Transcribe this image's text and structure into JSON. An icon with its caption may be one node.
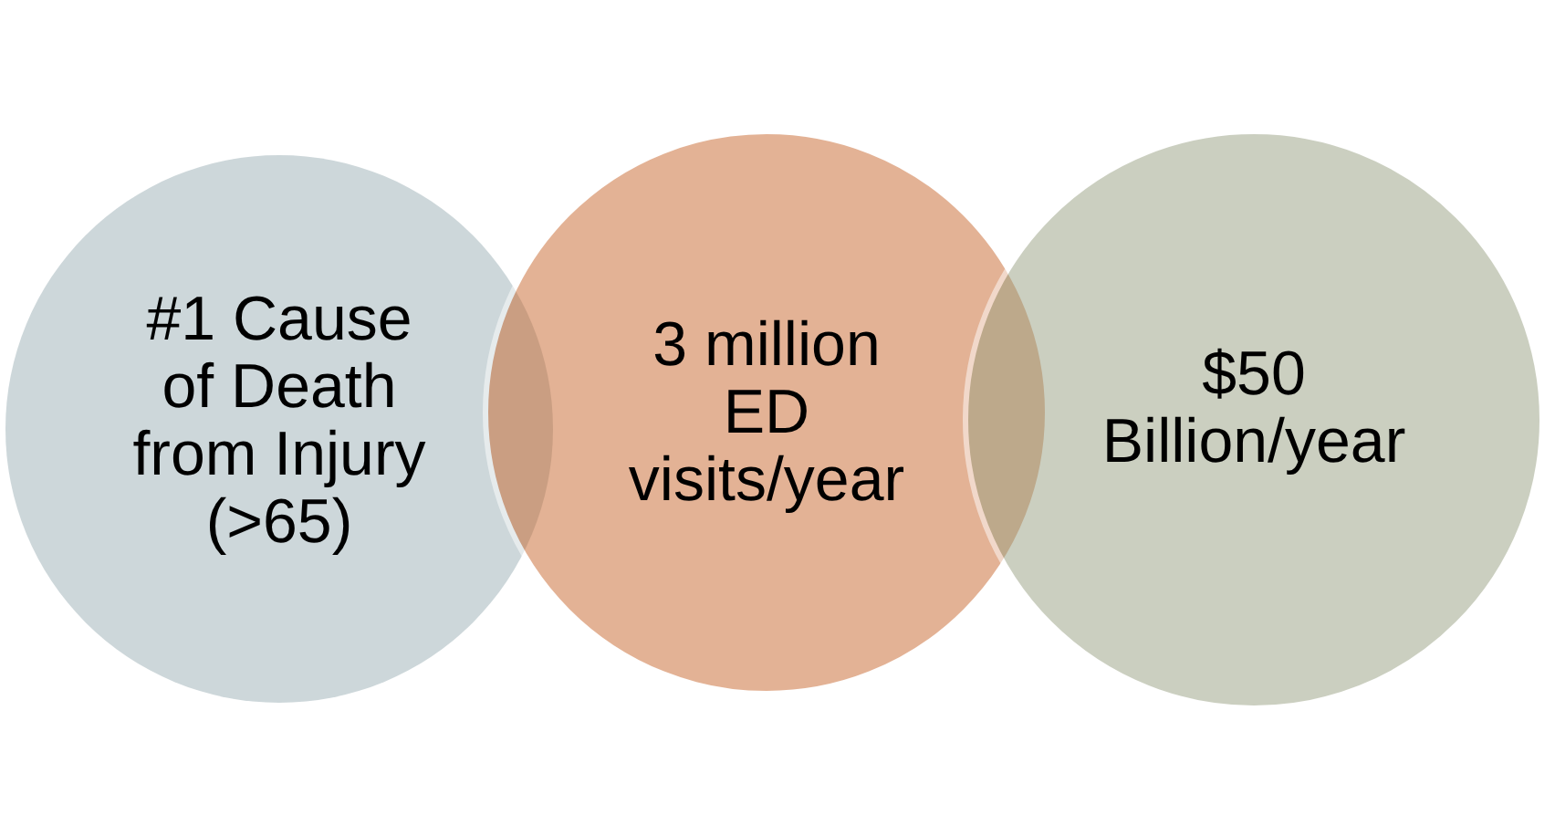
{
  "diagram": {
    "nodes": [
      {
        "text": [
          "#1 Cause of Death from Injury (>65)"
        ]
      },
      {
        "text": [
          "3 million ED visits/year"
        ]
      },
      {
        "text": [
          "$50 Billion/year"
        ]
      }
    ]
  }
}
